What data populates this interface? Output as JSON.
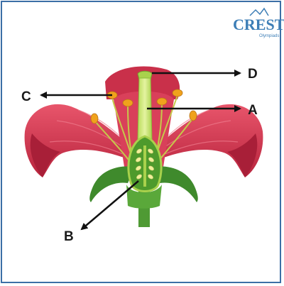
{
  "logo": {
    "text": "CREST",
    "subtext": "Olympiads"
  },
  "labels": {
    "a": "A",
    "b": "B",
    "c": "C",
    "d": "D"
  },
  "colors": {
    "petal": "#d2354d",
    "petal_dark": "#a81f38",
    "petal_light": "#ef7d8e",
    "sepal": "#3f8a2c",
    "pistil": "#8cc63f",
    "ovary": "#4e9a2c",
    "ovule": "#f0ef9a",
    "anther": "#f0a21c",
    "border": "#3c6fa6"
  }
}
